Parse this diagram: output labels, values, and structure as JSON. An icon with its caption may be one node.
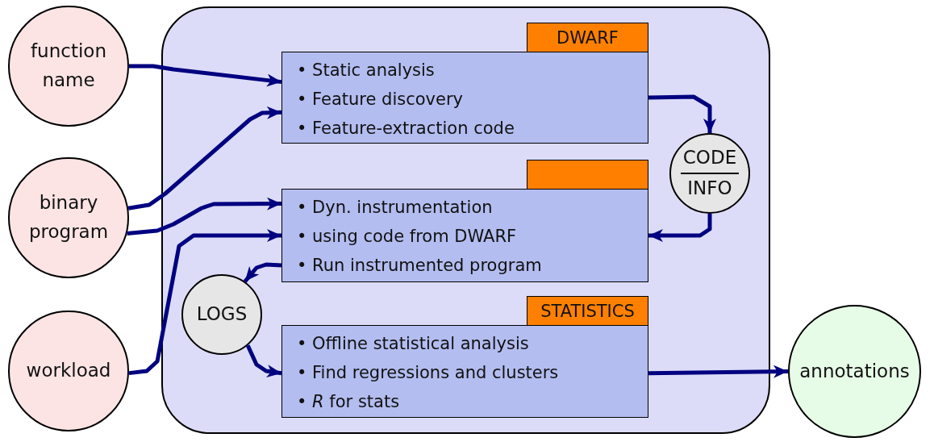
{
  "diagram": {
    "nodes": [
      {
        "text": [
          "function name"
        ]
      },
      {
        "text": [
          "binary program"
        ]
      },
      {
        "text": [
          "workload"
        ]
      },
      {
        "text": [],
        "shape": "box"
      },
      {
        "text": [
          "DWARF"
        ],
        "in": 3
      },
      {
        "text": [
          "• Static analysis",
          "• Feature discovery",
          "• Feature-extraction code"
        ],
        "in": 3
      },
      {
        "text": [
          "CODE",
          "INFO"
        ],
        "in": 3
      },
      {
        "text": [],
        "shape": "box",
        "in": 3
      },
      {
        "text": [
          "• Dyn. instrumentation",
          "• using code from DWARF",
          "• Run instrumented program"
        ],
        "in": 3
      },
      {
        "text": [
          "LOGS"
        ],
        "in": 3
      },
      {
        "text": [
          "STATISTICS"
        ],
        "in": 3
      },
      {
        "text": [
          "• Offline statistical analysis",
          "• Find regressions and clusters",
          "• *R* for stats"
        ],
        "in": 3
      },
      {
        "text": [
          "annotations"
        ]
      }
    ],
    "edges": [
      {
        "from": 0,
        "to": 5,
        "arrow": "to"
      },
      {
        "from": 1,
        "to": 5,
        "arrow": "to"
      },
      {
        "from": 1,
        "to": 8,
        "arrow": "to"
      },
      {
        "from": 2,
        "to": 8,
        "arrow": "to"
      },
      {
        "from": 5,
        "to": 6,
        "arrow": "to"
      },
      {
        "from": 6,
        "to": 8,
        "arrow": "to"
      },
      {
        "from": 8,
        "to": 9,
        "arrow": "to"
      },
      {
        "from": 9,
        "to": 11,
        "arrow": "to"
      },
      {
        "from": 11,
        "to": 12,
        "arrow": "to"
      }
    ]
  }
}
